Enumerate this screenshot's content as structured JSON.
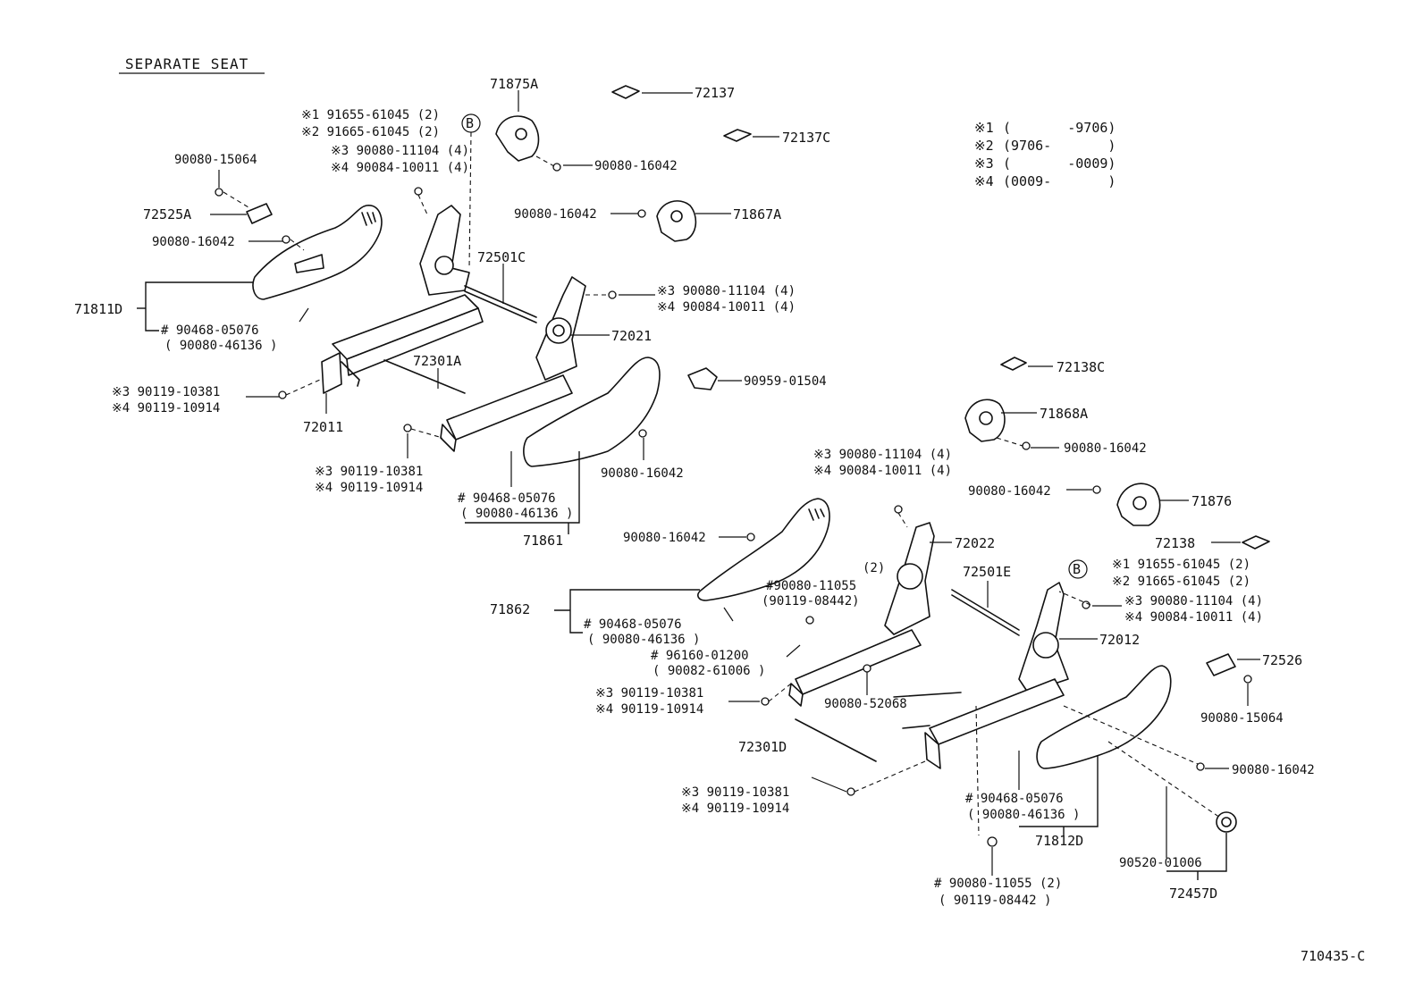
{
  "title": "SEPARATE SEAT",
  "figure_code": "710435-C",
  "legend": [
    {
      "mark": "※1",
      "range": "(       -9706)"
    },
    {
      "mark": "※2",
      "range": "(9706-       )"
    },
    {
      "mark": "※3",
      "range": "(       -0009)"
    },
    {
      "mark": "※4",
      "range": "(0009-       )"
    }
  ],
  "callout_b": "B",
  "parts": {
    "p71875A": "71875A",
    "p72137": "72137",
    "p72137C": "72137C",
    "b1_top": "※1 91655-61045 (2)",
    "b2_top": "※2 91665-61045 (2)",
    "s3_top": "※3 90080-11104 (4)",
    "s4_top": "※4 90084-10011 (4)",
    "p90080_15064_l": "90080-15064",
    "p72525A": "72525A",
    "p90080_16042_a": "90080-16042",
    "p90080_16042_b": "90080-16042",
    "p71867A": "71867A",
    "p90080_16042_c": "90080-16042",
    "p72501C": "72501C",
    "p71811D": "71811D",
    "p90468_l1": "# 90468-05076",
    "p90468_l2": "( 90080-46136 )",
    "s3_mid": "※3  90080-11104 (4)",
    "s4_mid": "※4  90084-10011 (4)",
    "p72021": "72021",
    "p72301A": "72301A",
    "s3_left": "※3 90119-10381",
    "s4_left": "※4 90119-10914",
    "p72011": "72011",
    "p90959": "90959-01504",
    "s3_low": "※3  90119-10381",
    "s4_low": "※4  90119-10914",
    "p90080_16042_d": "90080-16042",
    "p90468_m1": "# 90468-05076",
    "p90468_m2": "( 90080-46136 )",
    "p71861": "71861",
    "p72138C": "72138C",
    "p71868A": "71868A",
    "p90080_16042_e": "90080-16042",
    "s3_r1": "※3  90080-11104 (4)",
    "s4_r1": "※4  90084-10011 (4)",
    "p90080_16042_f": "90080-16042",
    "p71876": "71876",
    "p90080_16042_g": "90080-16042",
    "p72022": "72022",
    "p72138": "72138",
    "s_2": "(2)",
    "p90080_11055_1": "#90080-11055",
    "p90119_08442_1": "(90119-08442)",
    "p72501E": "72501E",
    "b1_r": "※1 91655-61045 (2)",
    "b2_r": "※2 91665-61045 (2)",
    "s3_r2": "※3 90080-11104 (4)",
    "s4_r2": "※4 90084-10011 (4)",
    "p71862": "71862",
    "p90468_r1": "# 90468-05076",
    "p90468_r2": "( 90080-46136 )",
    "p72012": "72012",
    "p96160_1": "# 96160-01200",
    "p96160_2": "( 90082-61006 )",
    "p72526": "72526",
    "s3_r3": "※3  90119-10381",
    "s4_r3": "※4  90119-10914",
    "p90080_52068": "90080-52068",
    "p90080_15064_r": "90080-15064",
    "p72301D": "72301D",
    "p90080_16042_h": "90080-16042",
    "s3_r4": "※3  90119-10381",
    "s4_r4": "※4  90119-10914",
    "p90468_b1": "# 90468-05076",
    "p90468_b2": "( 90080-46136 )",
    "p71812D": "71812D",
    "p90520": "90520-01006",
    "p72457D": "72457D",
    "p90080_11055_2": "# 90080-11055 (2)",
    "p90119_08442_2": "( 90119-08442 )"
  }
}
